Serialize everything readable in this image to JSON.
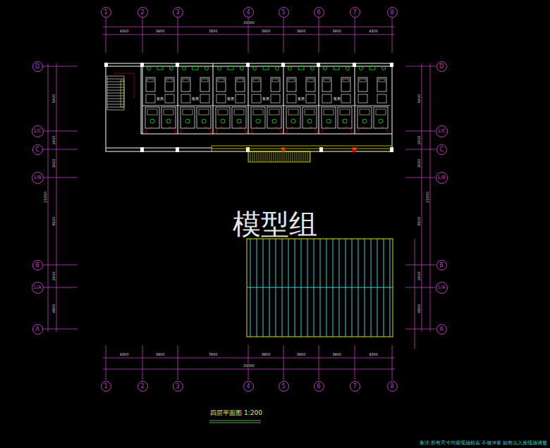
{
  "diagram": {
    "title": "四层平面图 1:200",
    "nodes": [
      {
        "text": [
          "1"
        ]
      },
      {
        "text": [
          "2"
        ]
      },
      {
        "text": [
          "3"
        ]
      },
      {
        "text": [
          "4"
        ]
      },
      {
        "text": [
          "5"
        ]
      },
      {
        "text": [
          "6"
        ]
      },
      {
        "text": [
          "7"
        ]
      },
      {
        "text": [
          "8"
        ]
      },
      {
        "text": [
          "D"
        ]
      },
      {
        "text": [
          "1/C"
        ]
      },
      {
        "text": [
          "C"
        ]
      },
      {
        "text": [
          "1/B"
        ]
      },
      {
        "text": [
          "B"
        ]
      },
      {
        "text": [
          "1/A"
        ]
      },
      {
        "text": [
          "A"
        ]
      },
      {
        "text": [
          "D"
        ]
      },
      {
        "text": [
          "1/C"
        ]
      },
      {
        "text": [
          "C"
        ]
      },
      {
        "text": [
          "1/B"
        ]
      },
      {
        "text": [
          "B"
        ]
      },
      {
        "text": [
          "1/A"
        ]
      },
      {
        "text": [
          "A"
        ]
      },
      {
        "text": [
          "1"
        ]
      },
      {
        "text": [
          "2"
        ]
      },
      {
        "text": [
          "3"
        ]
      },
      {
        "text": [
          "4"
        ]
      },
      {
        "text": [
          "5"
        ]
      },
      {
        "text": [
          "6"
        ]
      },
      {
        "text": [
          "7"
        ]
      },
      {
        "text": [
          "8"
        ]
      }
    ],
    "labels": [
      "模型组",
      "备注:所有尺寸均需现场核实 不做冲量 如有出入按现场调整",
      "33000",
      "4300",
      "3900",
      "7800",
      "3900",
      "3900",
      "3900",
      "4300",
      "33000",
      "4300",
      "3900",
      "7800",
      "3900",
      "3900",
      "3900",
      "4300",
      "21000",
      "5400",
      "2400",
      "3000",
      "8100",
      "2400",
      "4800",
      "21000",
      "5400",
      "2400",
      "3000",
      "8100",
      "2400",
      "4800",
      "客房",
      "客房",
      "客房",
      "客房",
      "客房",
      "客房"
    ]
  }
}
